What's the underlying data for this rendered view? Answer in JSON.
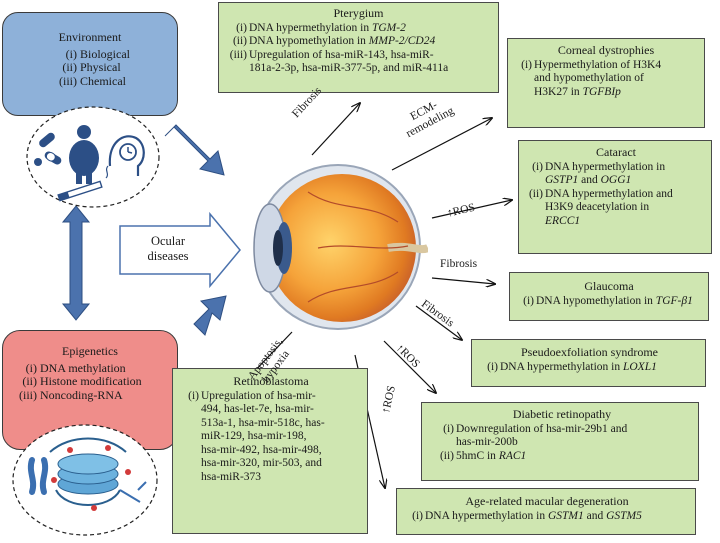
{
  "environment": {
    "title": "Environment",
    "items": [
      {
        "num": "(i)",
        "text": "Biological"
      },
      {
        "num": "(ii)",
        "text": "Physical"
      },
      {
        "num": "(iii)",
        "text": "Chemical"
      }
    ]
  },
  "epigenetics": {
    "title": "Epigenetics",
    "items": [
      {
        "num": "(i)",
        "text": "DNA methylation"
      },
      {
        "num": "(ii)",
        "text": "Histone modification"
      },
      {
        "num": "(iii)",
        "text": "Noncoding-RNA"
      }
    ]
  },
  "ocular": {
    "line1": "Ocular",
    "line2": "diseases"
  },
  "pterygium": {
    "title": "Pterygium",
    "i_num": "(i)",
    "i_text": "DNA hypermethylation in ",
    "i_gene": "TGM-2",
    "ii_num": "(ii)",
    "ii_text": "DNA hypomethylation in ",
    "ii_gene": "MMP-2/CD24",
    "iii_num": "(iii)",
    "iii_l1": "Upregulation of hsa-miR-143, hsa-miR-",
    "iii_l2": "181a-2-3p, hsa-miR-377-5p, and miR-411a"
  },
  "corneal": {
    "title": "Corneal dystrophies",
    "i_num": "(i)",
    "i_l1": "Hypermethylation of H3K4",
    "i_l2": "and hypomethylation of",
    "i_l3": "H3K27 in ",
    "i_gene": "TGFBIp"
  },
  "cataract": {
    "title": "Cataract",
    "i_num": "(i)",
    "i_l1": "DNA hypermethylation in",
    "i_gene1": "GSTP1",
    "i_and": " and ",
    "i_gene2": "OGG1",
    "ii_num": "(ii)",
    "ii_l1": "DNA hypermethylation and",
    "ii_l2": "H3K9 deacetylation in",
    "ii_gene": "ERCC1"
  },
  "glaucoma": {
    "title": "Glaucoma",
    "i_num": "(i)",
    "i_text": "DNA hypomethylation in ",
    "i_gene": "TGF-β1"
  },
  "pseudoexfoliation": {
    "title": "Pseudoexfoliation syndrome",
    "i_num": "(i)",
    "i_text": "DNA hypermethylation in ",
    "i_gene": "LOXL1"
  },
  "diabetic": {
    "title": "Diabetic retinopathy",
    "i_num": "(i)",
    "i_l1": "Downregulation of hsa-mir-29b1 and",
    "i_l2": "has-mir-200b",
    "ii_num": "(ii)",
    "ii_text": "5hmC in ",
    "ii_gene": "RAC1"
  },
  "amd": {
    "title": "Age-related macular degeneration",
    "i_num": "(i)",
    "i_text": "DNA hypermethylation in ",
    "i_gene1": "GSTM1",
    "i_and": " and ",
    "i_gene2": "GSTM5"
  },
  "retinoblastoma": {
    "title": "Retinoblastoma",
    "i_num": "(i)",
    "lines": [
      "Upregulation of hsa-mir-",
      "494, has-let-7e, hsa-mir-",
      "513a-1, hsa-mir-518c, has-",
      "miR-129, hsa-mir-198,",
      "hsa-mir-492, hsa-mir-498,",
      "hsa-mir-320, mir-503, and",
      "hsa-miR-373"
    ]
  },
  "arrow_labels": {
    "fibrosis_pterygium": "Fibrosis",
    "ecm_1": "ECM-",
    "ecm_2": "remodeling",
    "ros_cataract": "↑ROS",
    "fibrosis_glaucoma": "Fibrosis",
    "fibrosis_pxf": "Fibrosis",
    "ros_diabetic": "↑ROS",
    "ros_amd": "↑ROS",
    "apoptosis_1": "Apoptosis,",
    "apoptosis_2": "hypoxia"
  },
  "icons": [
    "pills-icon",
    "obesity-icon",
    "clock-head-icon",
    "cigarette-icon",
    "chromosome-icon",
    "dna-nucleosome-icon",
    "eye-anatomy-icon"
  ],
  "colors": {
    "environment": "#8eb1d9",
    "epigenetics": "#ef8d8a",
    "disease_box": "#cfe6b1",
    "big_arrow": "#4b72ad"
  }
}
